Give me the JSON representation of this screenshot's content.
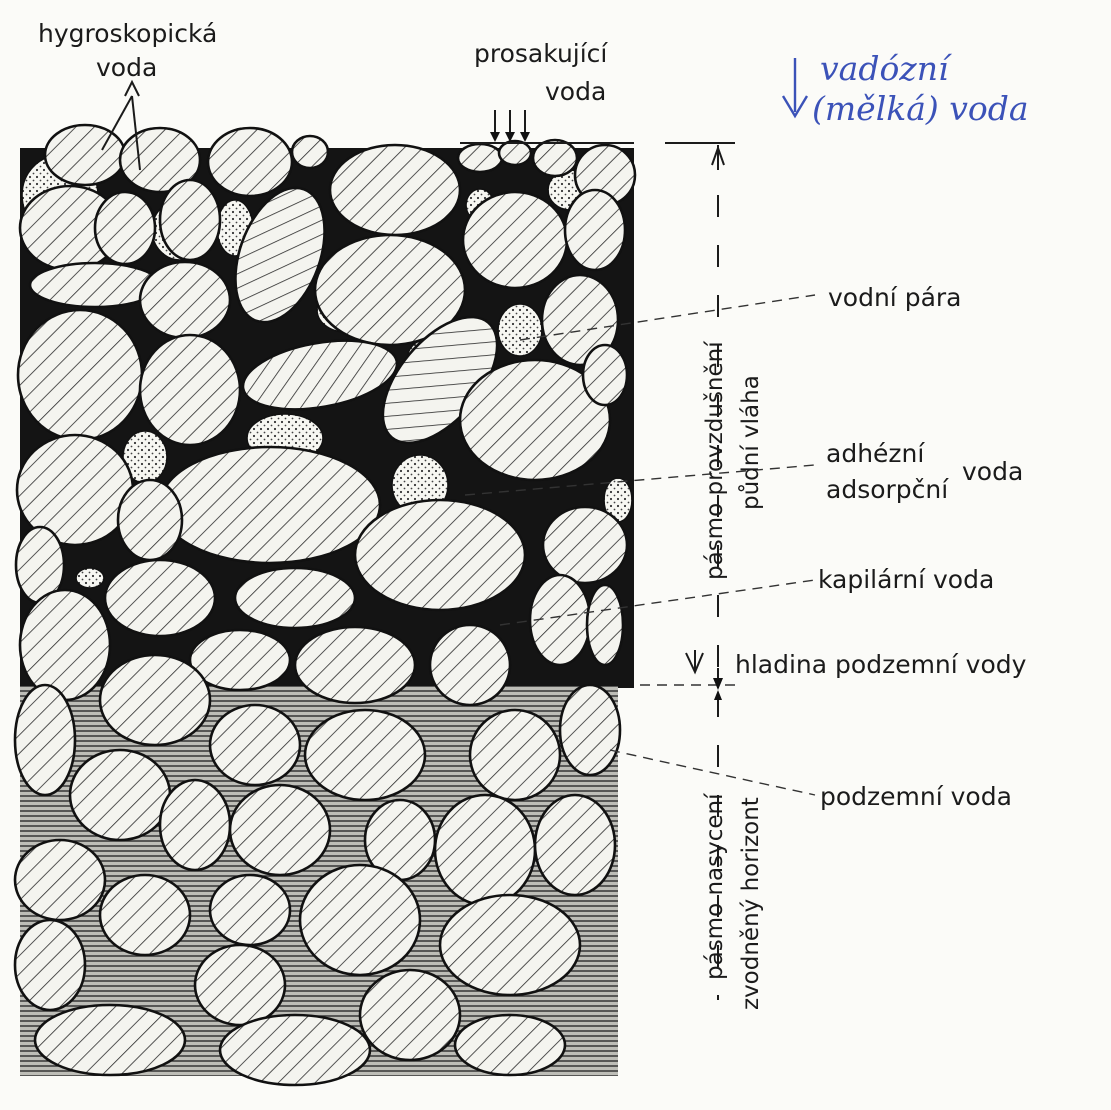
{
  "labels": {
    "hygroscopic_line1": "hygroskopická",
    "hygroscopic_line2": "voda",
    "percolating_line1": "prosakující",
    "percolating_line2": "voda",
    "vapor": "vodní pára",
    "adhesive": "adhézní",
    "adsorption": "adsorpční",
    "adh_ads_water": "voda",
    "capillary": "kapilární voda",
    "water_table": "hladina podzemní vody",
    "groundwater": "podzemní voda",
    "zone_aeration_line1": "pásmo provzdušnění",
    "zone_aeration_line2": "půdní vláha",
    "zone_saturation_line1": "pásmo nasycení",
    "zone_saturation_line2": "zvodněný horizont"
  },
  "handwriting": {
    "line1": "vadózní",
    "line2": "(mělká) voda"
  },
  "colors": {
    "ink": "#111111",
    "paper": "#fbfbf8",
    "handwriting": "#3b52b8"
  }
}
